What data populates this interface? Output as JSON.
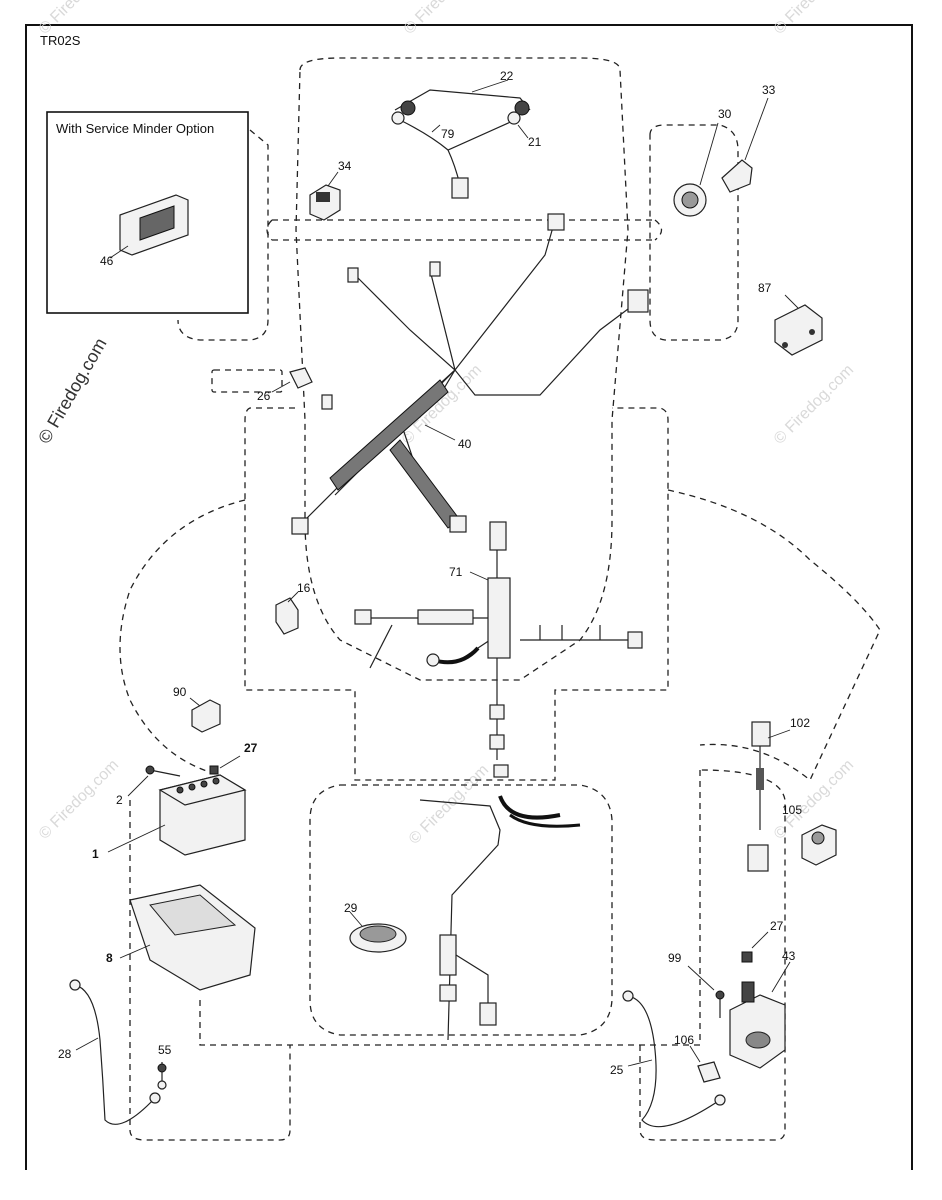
{
  "diagram_code": "TR02S",
  "option_box": {
    "title": "With Service Minder Option",
    "part": "46"
  },
  "watermark": "© Firedog.com",
  "parts": {
    "p1": "1",
    "p2": "2",
    "p8": "8",
    "p16": "16",
    "p21": "21",
    "p22": "22",
    "p25": "25",
    "p26": "26",
    "p27a": "27",
    "p27b": "27",
    "p28": "28",
    "p29": "29",
    "p30": "30",
    "p33": "33",
    "p34": "34",
    "p40": "40",
    "p43": "43",
    "p55": "55",
    "p71": "71",
    "p79": "79",
    "p87": "87",
    "p90": "90",
    "p99": "99",
    "p102": "102",
    "p105": "105",
    "p106": "106"
  },
  "colors": {
    "line": "#222222",
    "watermark": "#d9d9d9",
    "background": "#ffffff"
  }
}
